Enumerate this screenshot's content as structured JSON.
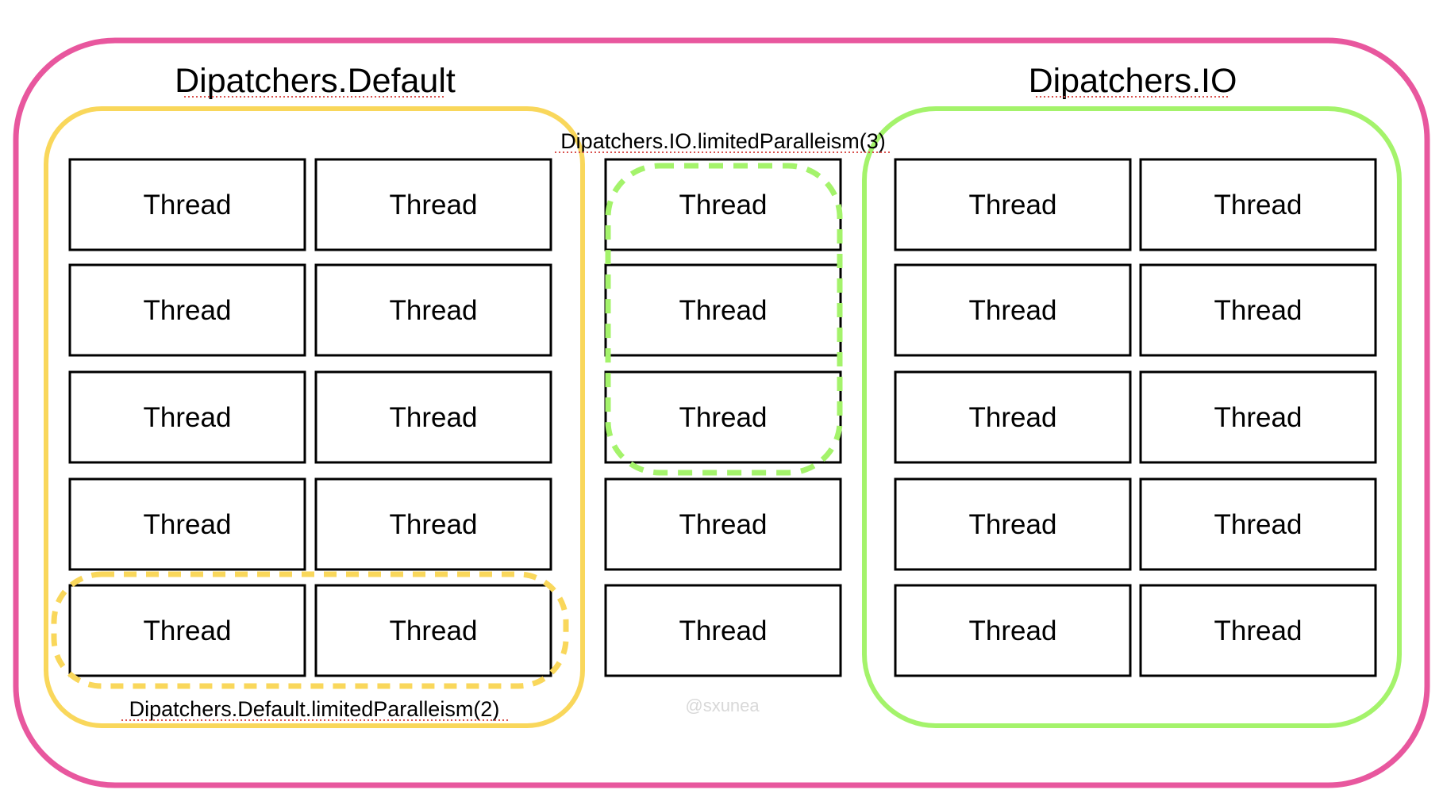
{
  "groups": {
    "default": {
      "title": "Dipatchers.Default",
      "color": "#f9d75b"
    },
    "io": {
      "title": "Dipatchers.IO",
      "color": "#a4f36b"
    },
    "outer": {
      "color": "#e8579e"
    }
  },
  "views": {
    "io_limited": {
      "label": "Dipatchers.IO.limitedParalleism(3)",
      "color": "#a4f36b"
    },
    "default_limited": {
      "label": "Dipatchers.Default.limitedParalleism(2)",
      "color": "#f9d75b"
    }
  },
  "thread_label": "Thread",
  "watermark": "@sxunea"
}
